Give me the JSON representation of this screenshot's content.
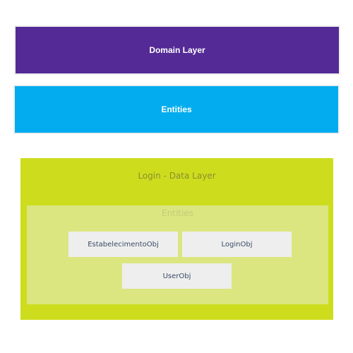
{
  "domain_layer": {
    "label": "Domain Layer",
    "color": "#542a96"
  },
  "entities_layer": {
    "label": "Entities",
    "color": "#02acee"
  },
  "data_layer": {
    "title": "Login - Data Layer",
    "color": "#cddd1e",
    "entities": {
      "title": "Entities",
      "color": "#dbe680",
      "nodes": [
        "EstabelecimentoObj",
        "LoginObj",
        "UserObj"
      ]
    }
  }
}
